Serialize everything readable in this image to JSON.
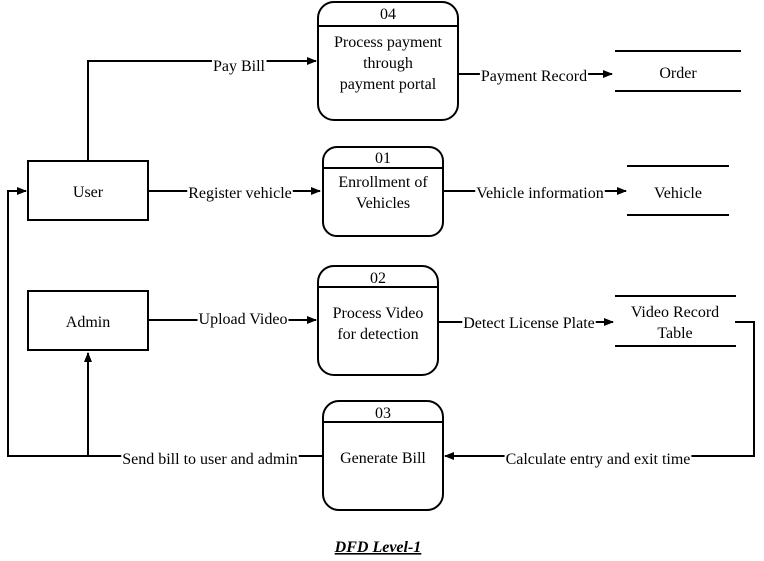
{
  "entities": {
    "user": "User",
    "admin": "Admin"
  },
  "processes": {
    "p04": {
      "number": "04",
      "lines": [
        "Process payment",
        "through",
        "payment portal"
      ]
    },
    "p01": {
      "number": "01",
      "lines": [
        "Enrollment of",
        "Vehicles"
      ]
    },
    "p02": {
      "number": "02",
      "lines": [
        "Process Video",
        "for detection"
      ]
    },
    "p03": {
      "number": "03",
      "lines": [
        "Generate Bill"
      ]
    }
  },
  "stores": {
    "order": {
      "lines": [
        "Order"
      ]
    },
    "vehicle": {
      "lines": [
        "Vehicle"
      ]
    },
    "video": {
      "lines": [
        "Video Record",
        "Table"
      ]
    }
  },
  "flows": {
    "pay_bill": "Pay Bill",
    "payment_record": "Payment Record",
    "register_vehicle": "Register vehicle",
    "vehicle_information": "Vehicle information",
    "upload_video": "Upload Video",
    "detect_license_plate": "Detect License Plate",
    "calculate_time": "Calculate entry and exit time",
    "send_bill": "Send bill to user and admin"
  },
  "caption": "DFD Level-1"
}
